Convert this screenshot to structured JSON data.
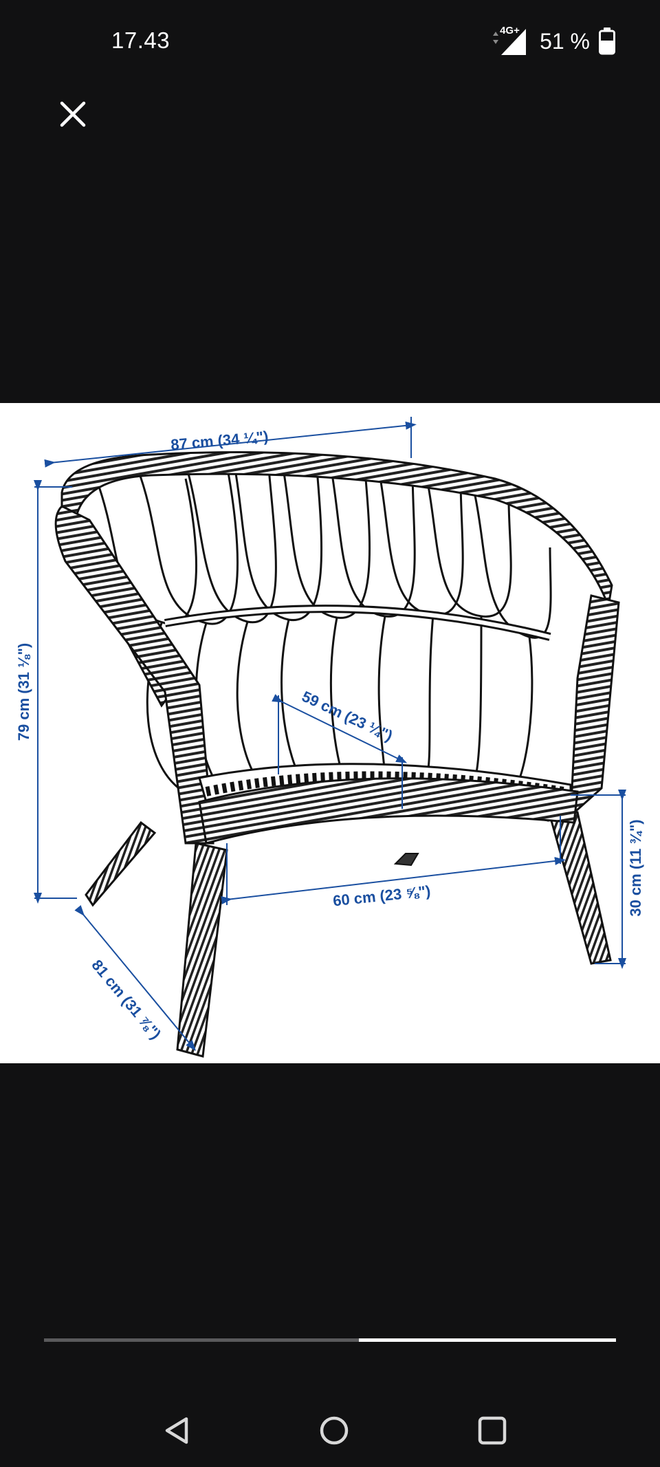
{
  "status_bar": {
    "time": "17.43",
    "network": "4G+",
    "battery": "51 %"
  },
  "viewer": {
    "close_icon": "close-icon",
    "image_position": 0.55
  },
  "dimensions": {
    "width": "87 cm (34 ¼\")",
    "height": "79 cm (31 ⅛\")",
    "depth": "81 cm (31 ⅞\")",
    "seat_depth": "59 cm (23 ¼\")",
    "seat_width": "60 cm (23 ⅝\")",
    "seat_height": "30 cm (11 ¾\")"
  },
  "colors": {
    "dimension_blue": "#1a4fa0",
    "background": "#111112"
  },
  "nav": {
    "back_icon": "back-triangle-icon",
    "home_icon": "home-circle-icon",
    "recents_icon": "recents-square-icon"
  }
}
